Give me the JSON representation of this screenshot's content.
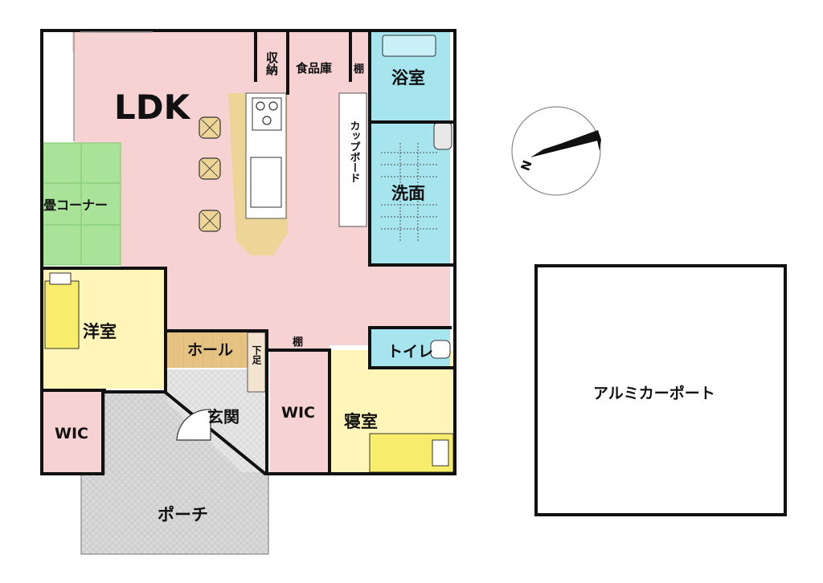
{
  "colors": {
    "ldk": "#F7D2D3",
    "tatami": "#A9E39A",
    "washitsu_room": "#FFF5B8",
    "bed_yellow": "#F8ED6A",
    "bath": "#A6E4EE",
    "hall_wood": "#E7C383",
    "entry_gray": "#E3E3E3",
    "porch_gray": "#D6D6D6",
    "island": "#EDD597",
    "wall": "#111111"
  },
  "rooms": {
    "ldk": "LDK",
    "storage": "収納",
    "pantry": "食品庫",
    "shelf_top": "棚",
    "bath": "浴室",
    "cupboard": "カップボード",
    "washroom": "洗面",
    "tatami_corner": "畳コーナー",
    "western_room": "洋室",
    "hall": "ホール",
    "shoe_box": "下足",
    "shelf_mid": "棚",
    "toilet": "トイレ",
    "entrance": "玄関",
    "wic_left": "WIC",
    "wic_center": "WIC",
    "bedroom": "寝室",
    "porch": "ポーチ",
    "carport": "アルミカーポート"
  },
  "compass": {
    "label": "N",
    "icon": "compass-arrow-icon"
  }
}
